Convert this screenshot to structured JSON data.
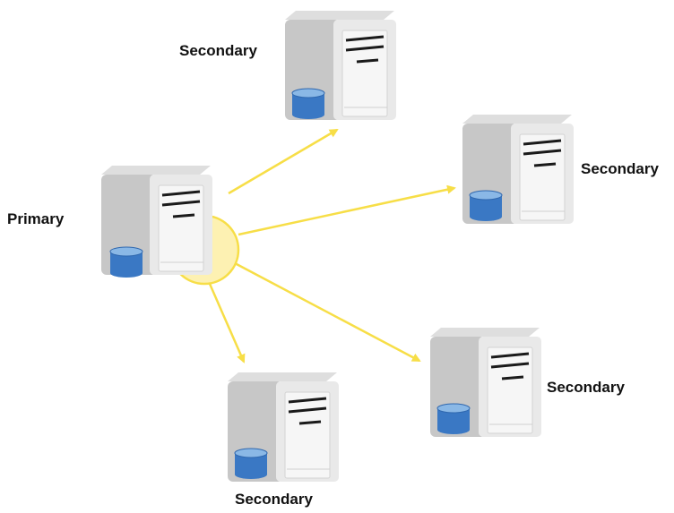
{
  "diagram": {
    "colors": {
      "arrow": "#f7de47",
      "hub_fill": "#fdf1b2",
      "hub_stroke": "#f7de47",
      "server_side": "#c7c7c7",
      "server_front": "#e9e9e9",
      "server_top": "#dedede",
      "db_body": "#3a78c4",
      "db_top": "#8ab8e6",
      "slot": "#1a1a1a"
    },
    "nodes": [
      {
        "id": "primary",
        "role": "primary",
        "label": "Primary",
        "icon": "server-with-database-icon"
      },
      {
        "id": "secondary-top",
        "role": "secondary",
        "label": "Secondary",
        "icon": "server-with-database-icon"
      },
      {
        "id": "secondary-right",
        "role": "secondary",
        "label": "Secondary",
        "icon": "server-with-database-icon"
      },
      {
        "id": "secondary-lower-right",
        "role": "secondary",
        "label": "Secondary",
        "icon": "server-with-database-icon"
      },
      {
        "id": "secondary-bottom",
        "role": "secondary",
        "label": "Secondary",
        "icon": "server-with-database-icon"
      }
    ],
    "edges": [
      {
        "from": "primary",
        "to": "secondary-top"
      },
      {
        "from": "primary",
        "to": "secondary-right"
      },
      {
        "from": "primary",
        "to": "secondary-lower-right"
      },
      {
        "from": "primary",
        "to": "secondary-bottom"
      }
    ]
  }
}
